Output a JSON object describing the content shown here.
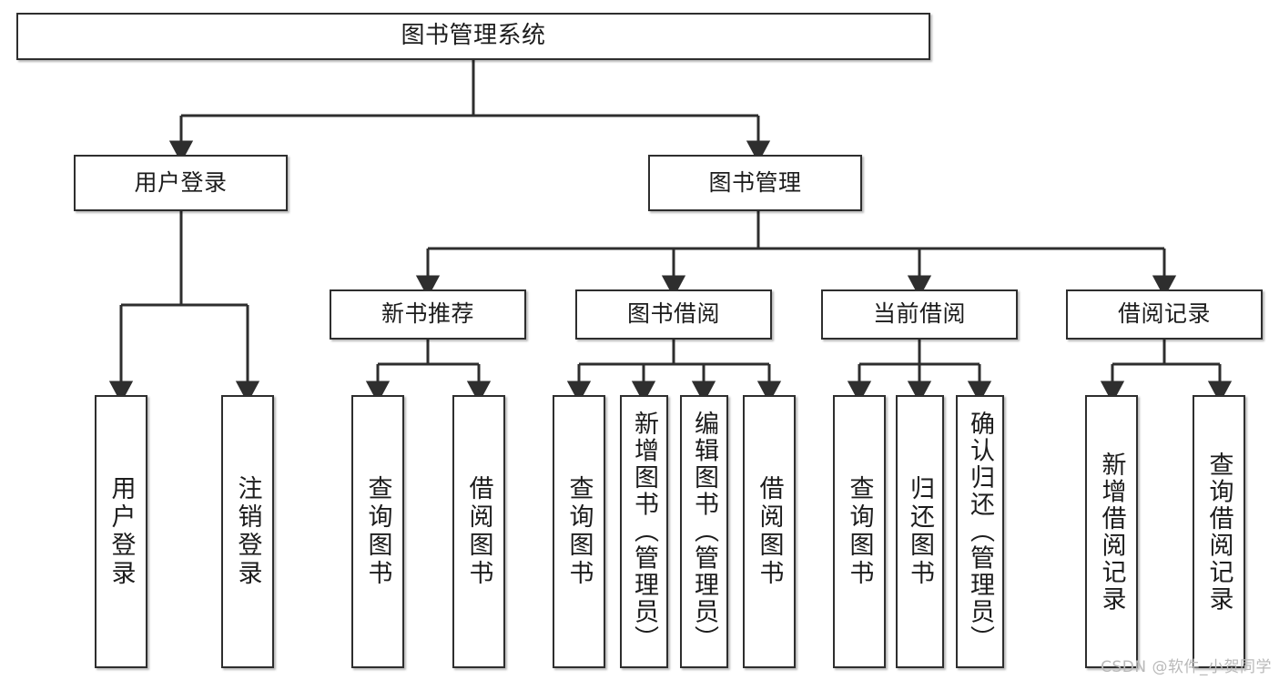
{
  "diagram": {
    "title": "图书管理系统",
    "type": "hierarchy-tree",
    "root": {
      "label": "图书管理系统"
    },
    "level1": [
      {
        "label": "用户登录"
      },
      {
        "label": "图书管理"
      }
    ],
    "level2": [
      {
        "label": "新书推荐"
      },
      {
        "label": "图书借阅"
      },
      {
        "label": "当前借阅"
      },
      {
        "label": "借阅记录"
      }
    ],
    "leaves": {
      "user_login": [
        {
          "label": "用户登录"
        },
        {
          "label": "注销登录"
        }
      ],
      "new_book_recommend": [
        {
          "label": "查询图书"
        },
        {
          "label": "借阅图书"
        }
      ],
      "book_borrow": [
        {
          "label": "查询图书"
        },
        {
          "label": "新增图书（管理员）"
        },
        {
          "label": "编辑图书（管理员）"
        },
        {
          "label": "借阅图书"
        }
      ],
      "current_borrow": [
        {
          "label": "查询图书"
        },
        {
          "label": "归还图书"
        },
        {
          "label": "确认归还（管理员）"
        }
      ],
      "borrow_record": [
        {
          "label": "新增借阅记录"
        },
        {
          "label": "查询借阅记录"
        }
      ]
    },
    "watermark": "CSDN @软件_小贺同学",
    "colors": {
      "border": "#2e2e2e",
      "text": "#1c1c1c",
      "background": "#ffffff",
      "watermark": "#b9b9b9"
    }
  }
}
